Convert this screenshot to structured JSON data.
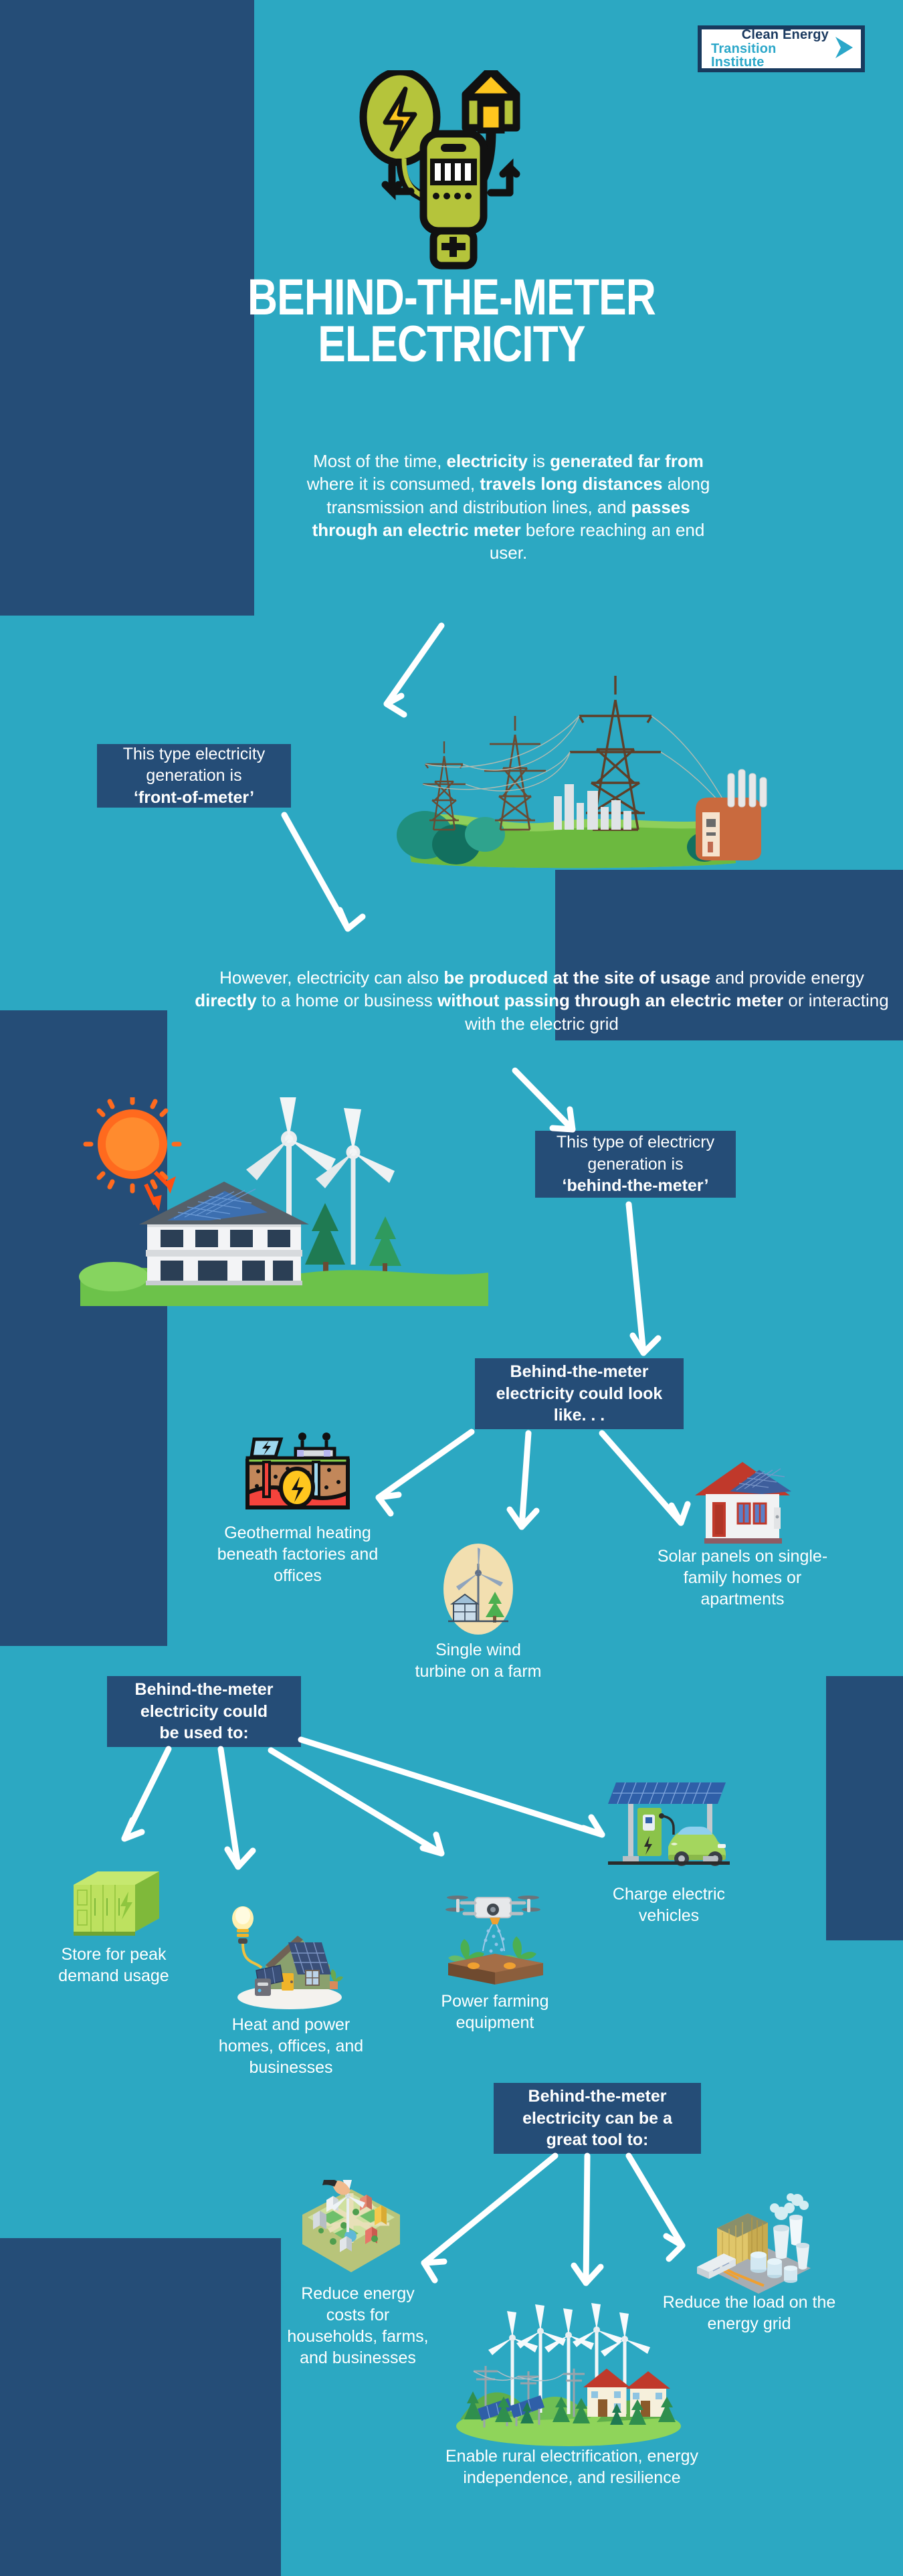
{
  "theme": {
    "bg_teal": "#2ca8c2",
    "navy": "#254d77",
    "logo_border": "#183a5e",
    "logo_navy_text": "#1b3a60",
    "logo_teal_text": "#2ba7c9",
    "white": "#ffffff"
  },
  "logo": {
    "line1": "Clean Energy",
    "line2": "Transition Institute",
    "arrow_icon": "right-arrow-icon"
  },
  "title": {
    "line1": "BEHIND-THE-METER",
    "line2": "ELECTRICITY"
  },
  "intro": {
    "segments": [
      {
        "text": "Most of the time, ",
        "bold": false
      },
      {
        "text": "electricity",
        "bold": true
      },
      {
        "text": " is ",
        "bold": false
      },
      {
        "text": "generated far from",
        "bold": true
      },
      {
        "text": " where it is consumed, ",
        "bold": false
      },
      {
        "text": "travels long distances",
        "bold": true
      },
      {
        "text": " along transmission and distribution lines, and ",
        "bold": false
      },
      {
        "text": "passes through an electric meter",
        "bold": true
      },
      {
        "text": " before reaching an end user.",
        "bold": false
      }
    ]
  },
  "front_of_meter_box": {
    "line1": "This type electricity",
    "line2": "generation is",
    "line3": "‘front-of-meter’"
  },
  "however": {
    "segments": [
      {
        "text": "However, electricity can also ",
        "bold": false
      },
      {
        "text": "be produced at the site of usage",
        "bold": true
      },
      {
        "text": " and provide energy ",
        "bold": false
      },
      {
        "text": "directly",
        "bold": true
      },
      {
        "text": " to a home or business ",
        "bold": false
      },
      {
        "text": "without passing through an electric meter",
        "bold": true
      },
      {
        "text": " or interacting with the electric grid",
        "bold": false
      }
    ]
  },
  "behind_the_meter_box": {
    "line1": "This type of electricry",
    "line2": "generation is",
    "line3": "‘behind-the-meter’"
  },
  "could_look_like_box": {
    "line1": "Behind-the-meter",
    "line2": "electricity could look",
    "line3": "like. . ."
  },
  "look_like_items": [
    {
      "icon": "geothermal-icon",
      "caption": "Geothermal heating beneath factories and offices"
    },
    {
      "icon": "wind-turbine-icon",
      "caption": "Single wind turbine on a farm"
    },
    {
      "icon": "solar-house-icon",
      "caption": "Solar panels on single-family homes or apartments"
    }
  ],
  "could_be_used_to_box": {
    "line1": "Behind-the-meter",
    "line2": "electricity could",
    "line3": "be used to:"
  },
  "used_to_items": [
    {
      "icon": "battery-storage-icon",
      "caption": "Store for peak demand usage"
    },
    {
      "icon": "solar-home-bulb-icon",
      "caption": "Heat and power homes, offices, and businesses"
    },
    {
      "icon": "farm-drone-icon",
      "caption": "Power farming equipment"
    },
    {
      "icon": "ev-charger-icon",
      "caption": "Charge electric vehicles"
    }
  ],
  "great_tool_to_box": {
    "line1": "Behind-the-meter",
    "line2": "electricity can be a",
    "line3": "great tool to:"
  },
  "great_tool_items": [
    {
      "icon": "city-map-icon",
      "caption": "Reduce energy costs for households, farms, and businesses"
    },
    {
      "icon": "rural-village-icon",
      "caption": "Enable rural electrification, energy independence, and resilience"
    },
    {
      "icon": "power-plant-icon",
      "caption": "Reduce the load on the energy grid"
    }
  ],
  "decor_icons": {
    "meter_hero": "electric-meter-icon",
    "transmission": "transmission-towers-icon",
    "solar_house_scene": "solar-house-wind-scene-icon"
  }
}
